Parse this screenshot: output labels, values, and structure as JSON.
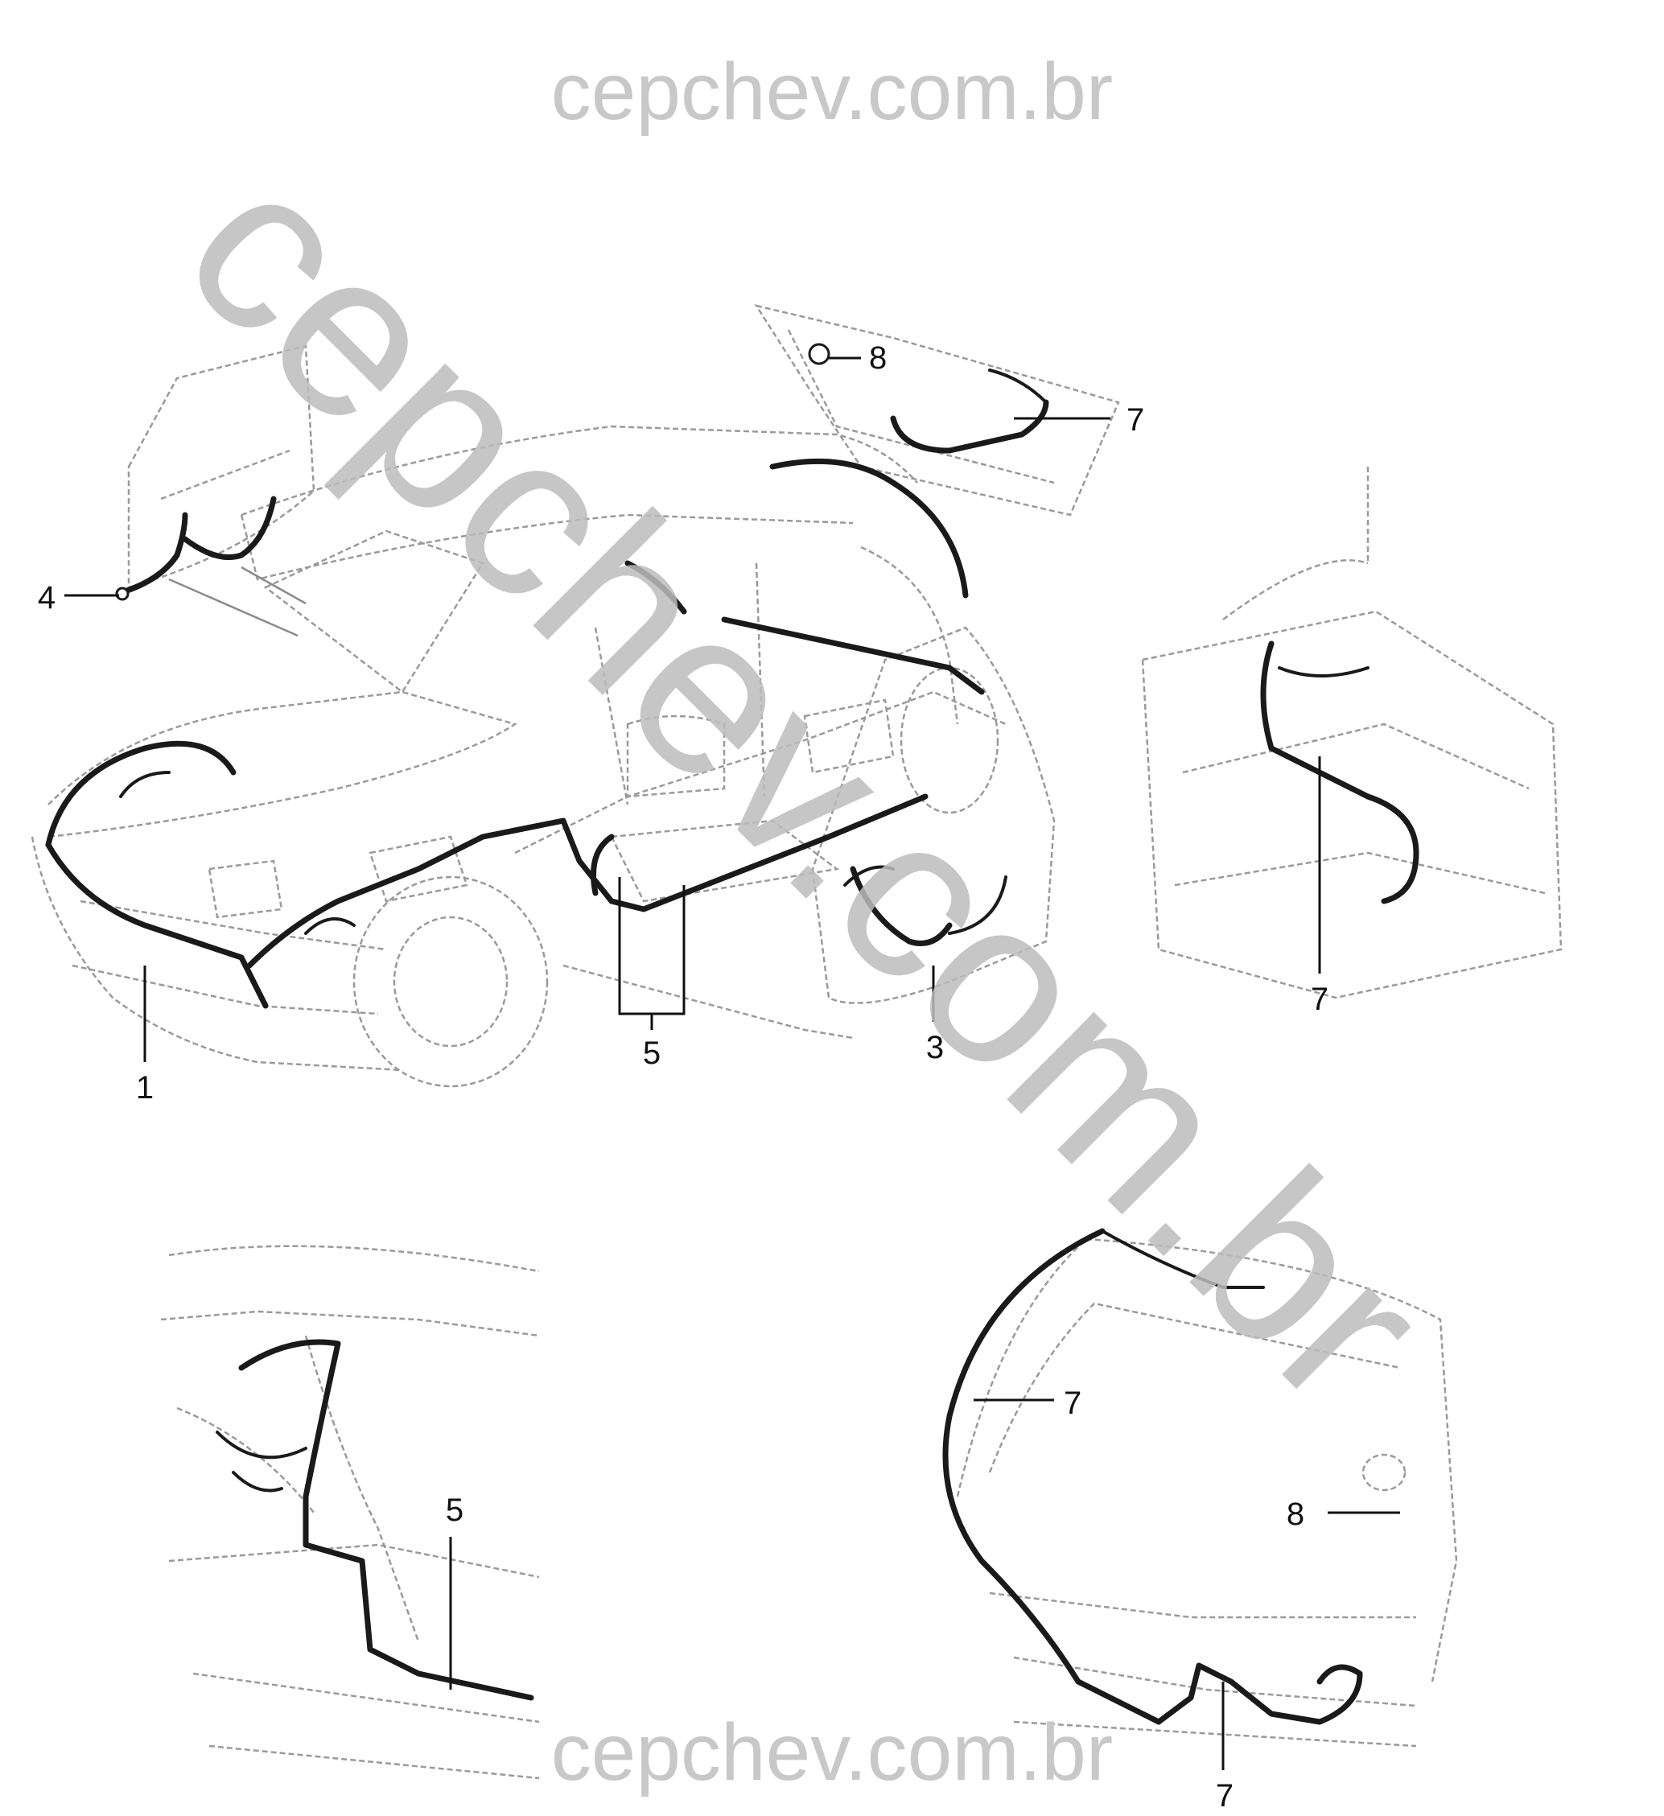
{
  "watermarks": {
    "top": "cepchev.com.br",
    "bottom": "cepchev.com.br",
    "diagonal": "cepchev.com.br"
  },
  "callouts": {
    "c1": "1",
    "c3": "3",
    "c4": "4",
    "c5_main": "5",
    "c7_tailgate": "7",
    "c7_trunk": "7",
    "c8_tailgate": "8",
    "c5_detail": "5",
    "c7_detail_top": "7",
    "c7_detail_bottom": "7",
    "c8_detail": "8"
  },
  "colors": {
    "watermark": "#c8c8c8",
    "line_art": "#9a9a9a",
    "harness": "#1a1a1a"
  }
}
